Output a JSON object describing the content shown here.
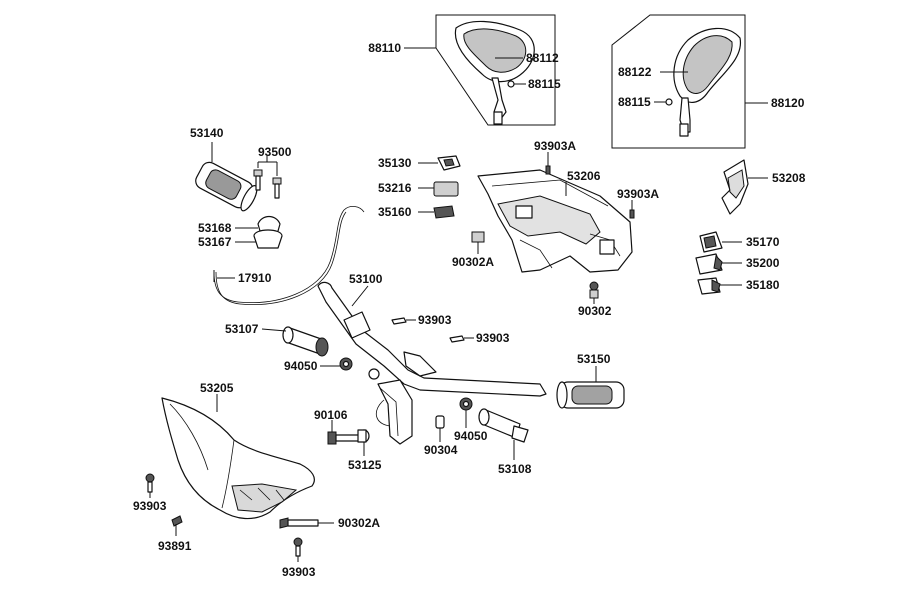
{
  "labels": {
    "p88110": "88110",
    "p88112": "88112",
    "p88115a": "88115",
    "p88122": "88122",
    "p88115b": "88115",
    "p88120": "88120",
    "p53140": "53140",
    "p93500": "93500",
    "p53168": "53168",
    "p53167": "53167",
    "p17910": "17910",
    "p35130": "35130",
    "p53216": "53216",
    "p35160": "35160",
    "p93903Aa": "93903A",
    "p53206": "53206",
    "p93903Ab": "93903A",
    "p53208": "53208",
    "p90302Aa": "90302A",
    "p35170": "35170",
    "p35200": "35200",
    "p35180": "35180",
    "p90302": "90302",
    "p53100": "53100",
    "p93903a": "93903",
    "p93903b": "93903",
    "p53107": "53107",
    "p94050a": "94050",
    "p53150": "53150",
    "p53205": "53205",
    "p90106": "90106",
    "p53125": "53125",
    "p90304": "90304",
    "p94050b": "94050",
    "p53108": "53108",
    "p93903c": "93903",
    "p93891": "93891",
    "p90302Ab": "90302A",
    "p93903d": "93903"
  }
}
